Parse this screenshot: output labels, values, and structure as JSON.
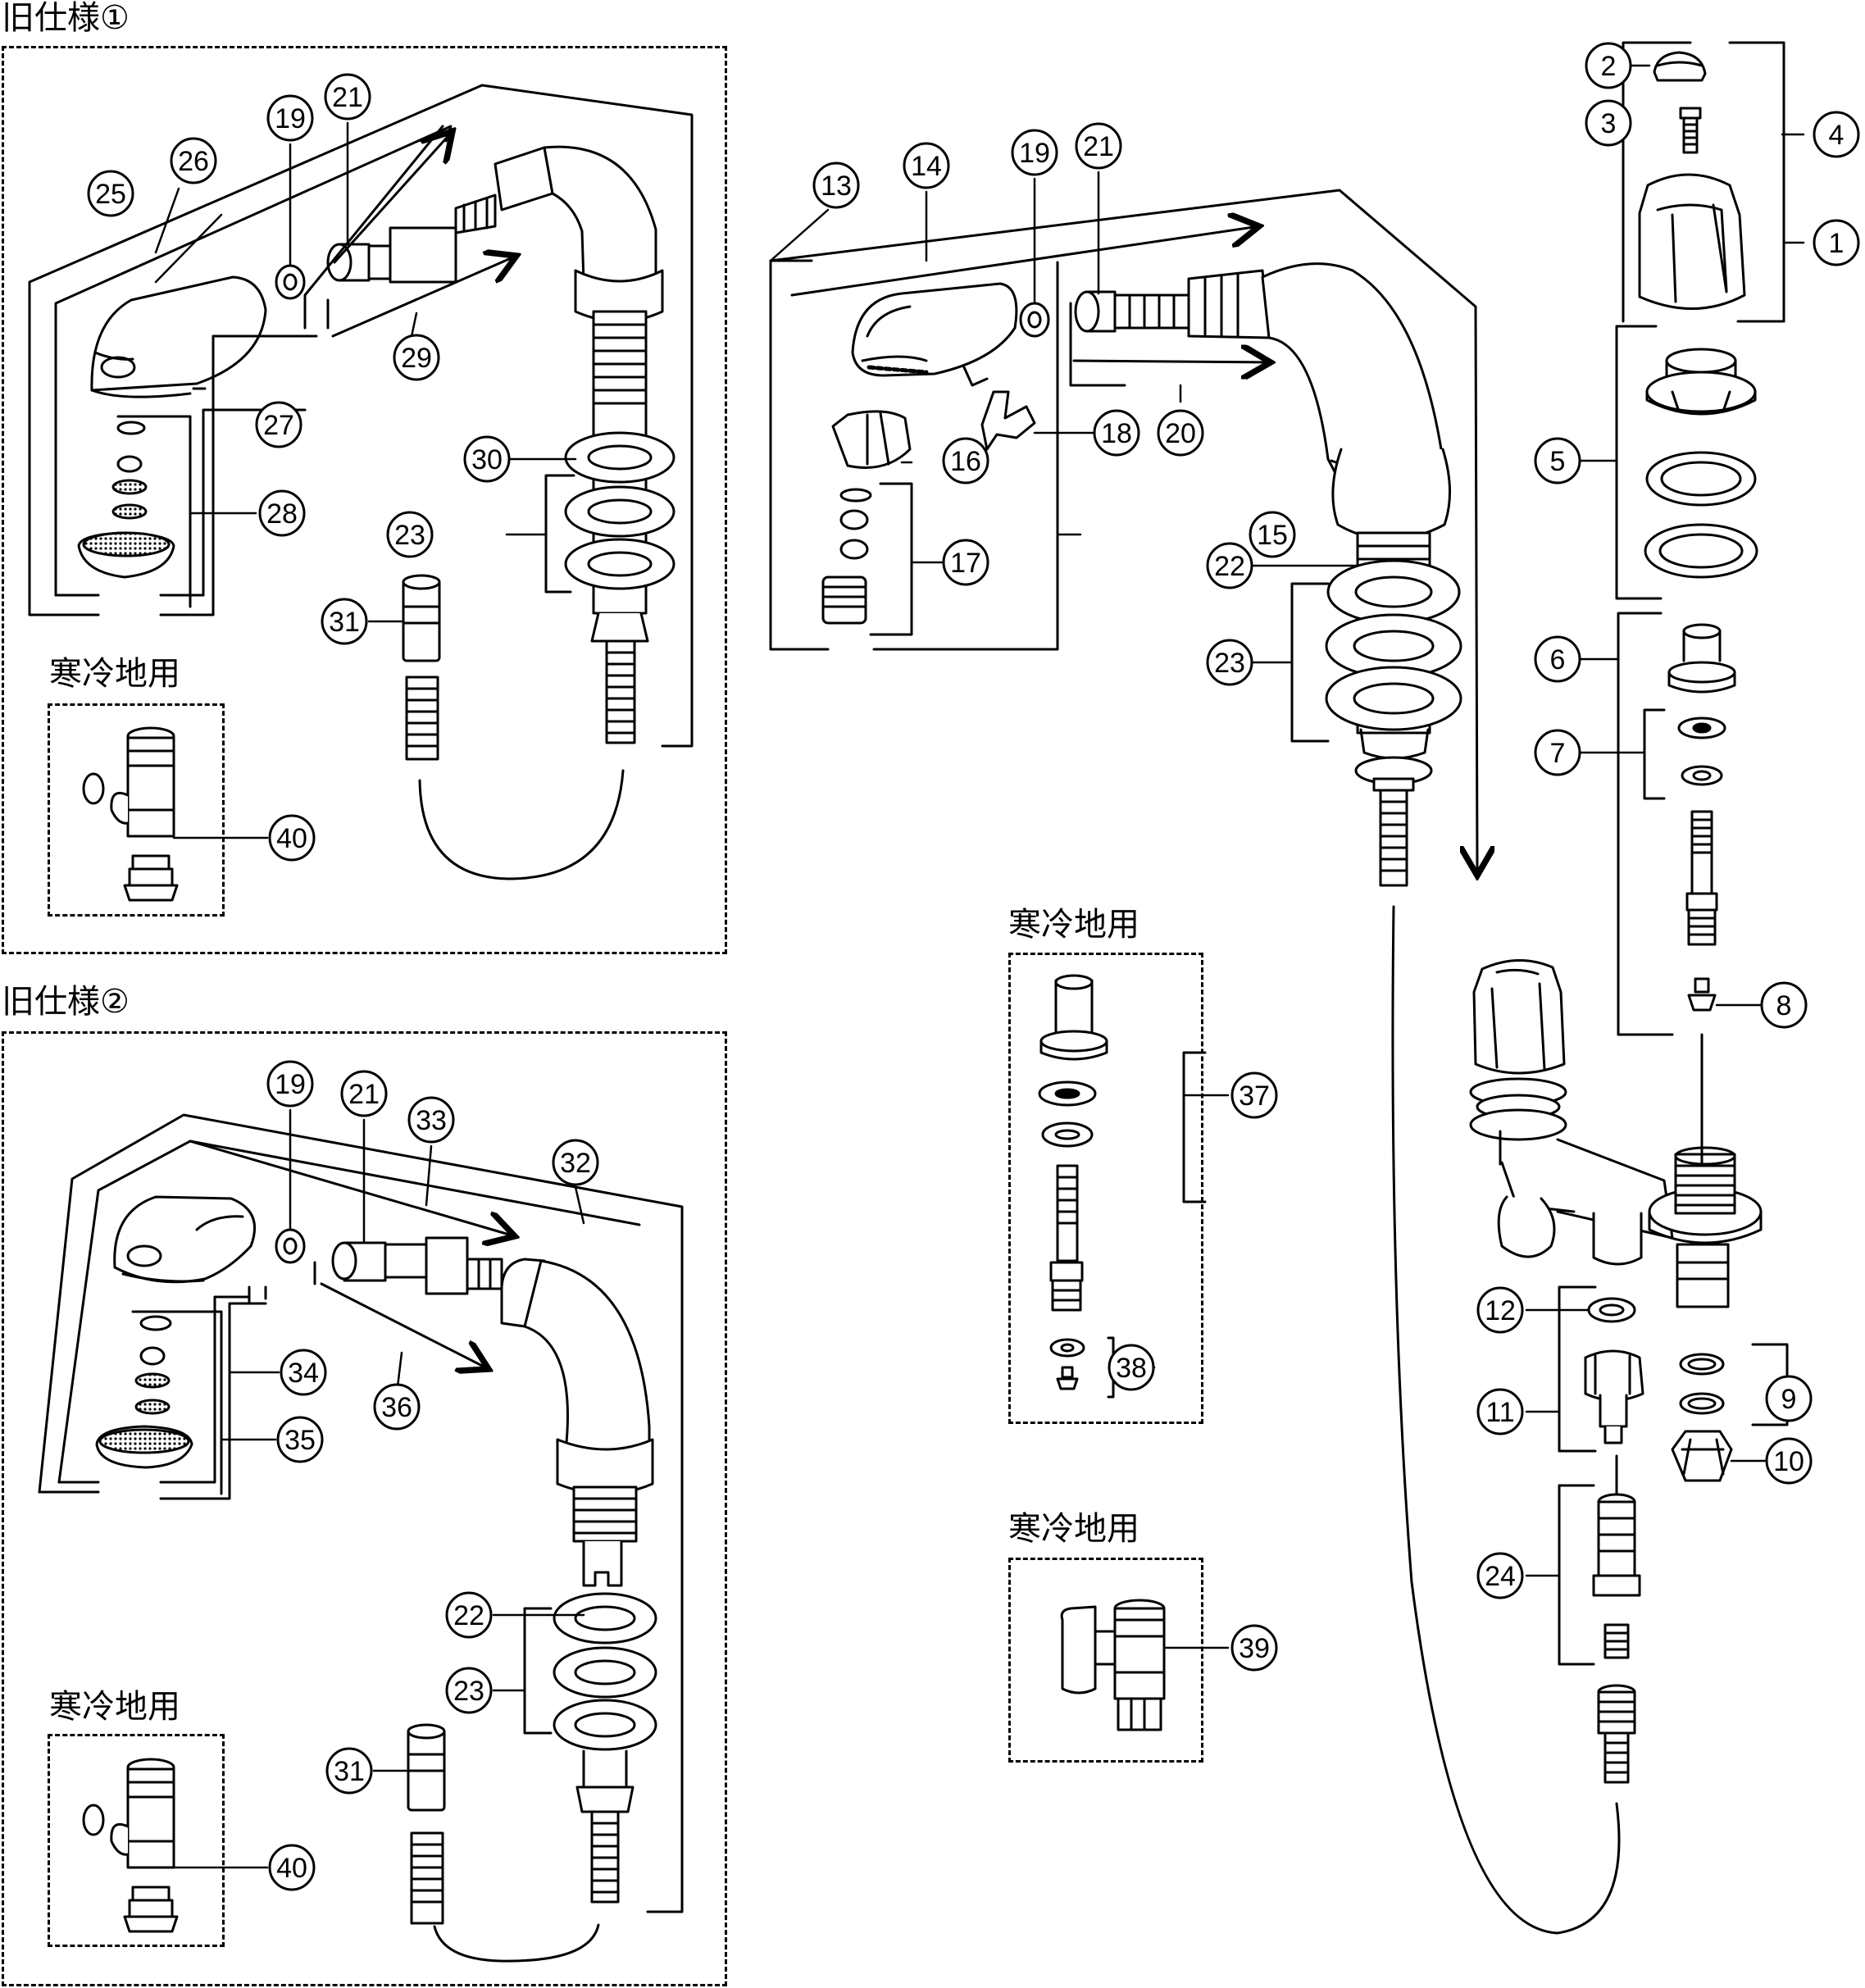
{
  "section_labels": {
    "old_spec_1": "旧仕様①",
    "old_spec_2": "旧仕様②",
    "cold_region_a": "寒冷地用",
    "cold_region_b": "寒冷地用",
    "cold_region_c": "寒冷地用",
    "cold_region_d": "寒冷地用"
  },
  "part_numbers": {
    "main": [
      "1",
      "2",
      "3",
      "4",
      "5",
      "6",
      "7",
      "8",
      "9",
      "10",
      "11",
      "12",
      "13",
      "14",
      "15",
      "16",
      "17",
      "18",
      "19",
      "20",
      "21",
      "22",
      "23",
      "24"
    ],
    "old_spec_1": [
      "19",
      "21",
      "23",
      "25",
      "26",
      "27",
      "28",
      "29",
      "30",
      "31",
      "40"
    ],
    "old_spec_2": [
      "19",
      "21",
      "22",
      "23",
      "31",
      "32",
      "33",
      "34",
      "35",
      "36",
      "40"
    ],
    "cold_region": [
      "37",
      "38",
      "39"
    ]
  }
}
